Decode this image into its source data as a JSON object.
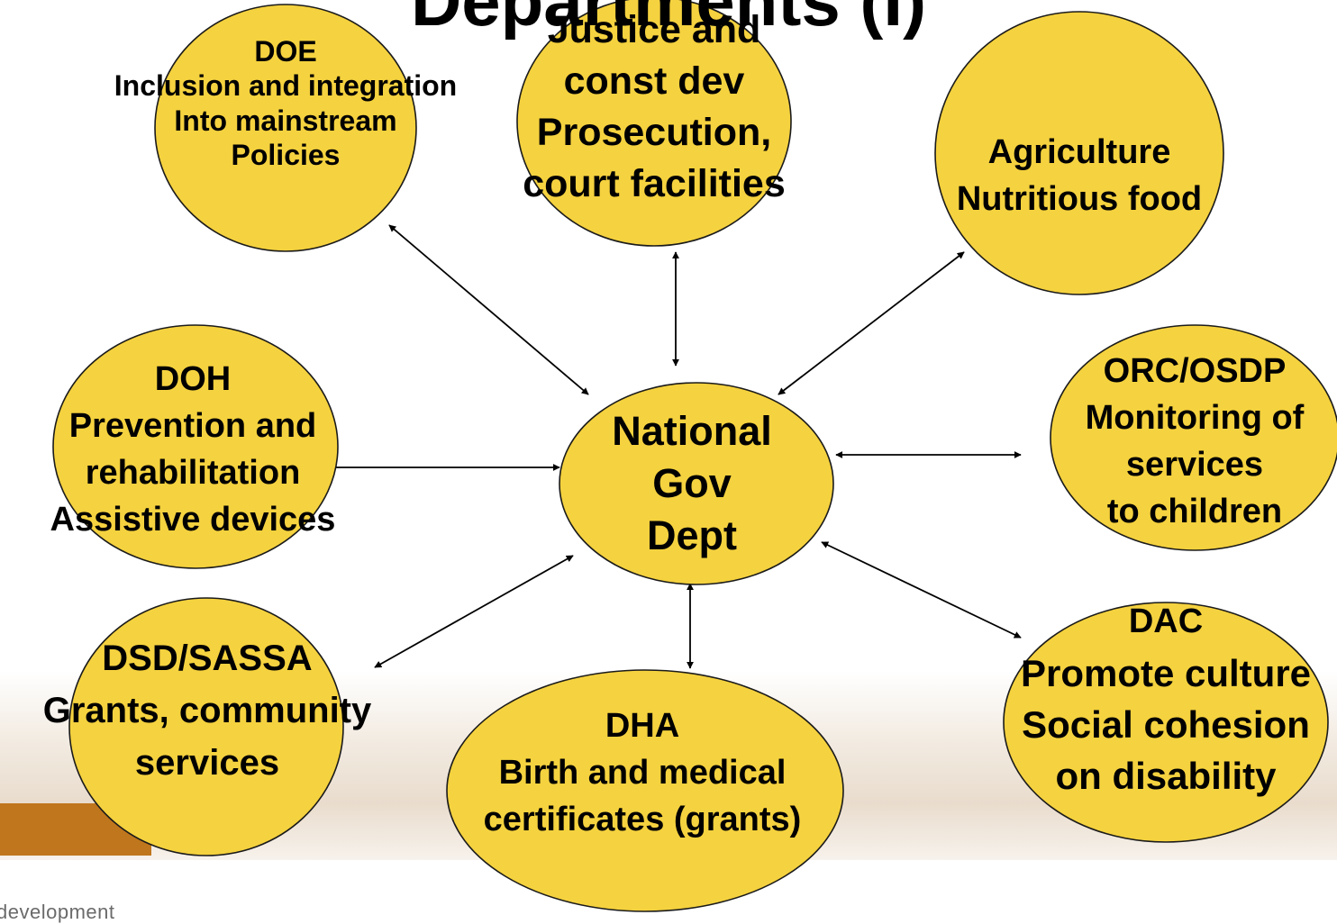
{
  "title": "Departments (I)",
  "footer": "development",
  "colors": {
    "node_fill": "#f5d23f",
    "accent": "#c0761c"
  },
  "nodes": {
    "center": {
      "lines": [
        "National",
        "Gov",
        "Dept"
      ]
    },
    "doe": {
      "lines": [
        "DOE",
        "Inclusion and integration",
        "Into mainstream",
        "Policies"
      ]
    },
    "justice": {
      "lines": [
        "Justice and",
        "const dev",
        "Prosecution,",
        "court facilities"
      ]
    },
    "agriculture": {
      "lines": [
        "Agriculture",
        "Nutritious food"
      ]
    },
    "doh": {
      "lines": [
        "DOH",
        "Prevention and",
        "rehabilitation",
        "Assistive devices"
      ]
    },
    "orc": {
      "lines": [
        "ORC/OSDP",
        "Monitoring of",
        "services",
        "to children"
      ]
    },
    "dsd": {
      "lines": [
        "DSD/SASSA",
        "Grants, community",
        "services"
      ]
    },
    "dha": {
      "lines": [
        "DHA",
        "Birth and medical",
        "certificates (grants)"
      ]
    },
    "dac": {
      "lines": [
        "DAC",
        "Promote culture",
        "Social cohesion",
        "on disability"
      ]
    }
  }
}
